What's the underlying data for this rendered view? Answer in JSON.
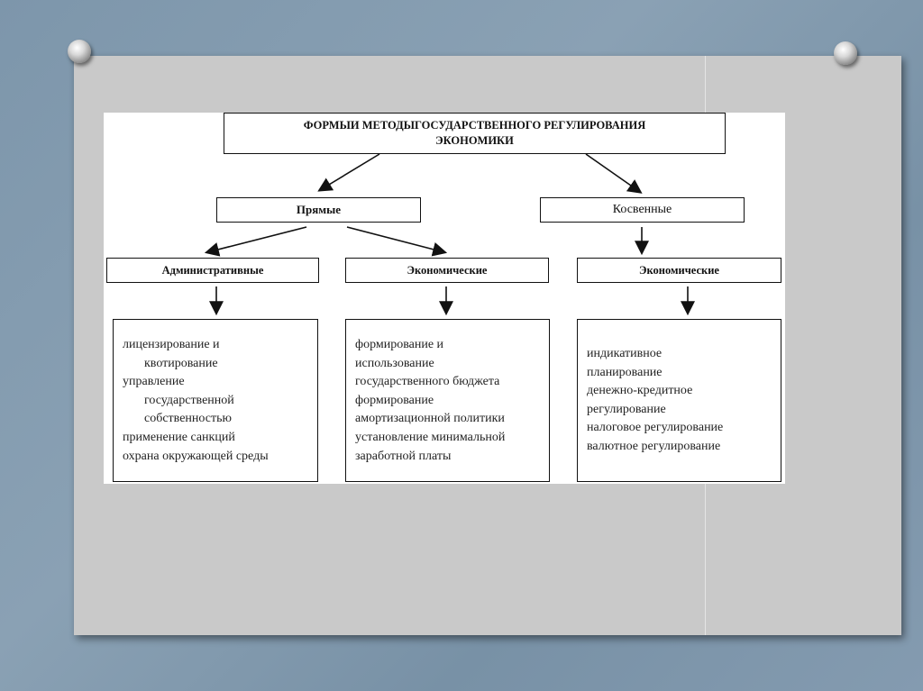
{
  "title": "ФОРМЫ И МЕТОДЫ ГОСУДАРСТВЕННОГО РЕГУЛИРОВАНИЯ ЭКОНОМИКИ",
  "title_line1": "ФОРМЫИ МЕТОДЫГОСУДАРСТВЕННОГО РЕГУЛИРОВАНИЯ",
  "title_line2": "ЭКОНОМИКИ",
  "direct": "Прямые",
  "indirect": "Косвенные",
  "admin": "Административные",
  "econ1": "Экономические",
  "econ2": "Экономические",
  "admin_list": [
    {
      "text": "лицензирование и",
      "indent": false
    },
    {
      "text": "квотирование",
      "indent": true
    },
    {
      "text": "управление",
      "indent": false
    },
    {
      "text": "государственной",
      "indent": true
    },
    {
      "text": "собственностью",
      "indent": true
    },
    {
      "text": "применение санкций",
      "indent": false
    },
    {
      "text": "охрана окружающей среды",
      "indent": false
    }
  ],
  "econ1_list": [
    "формирование и",
    "использование",
    "государственного бюджета",
    "формирование",
    "амортизационной политики",
    "установление минимальной",
    "заработной платы"
  ],
  "econ2_list": [
    "индикативное",
    "планирование",
    "денежно-кредитное",
    "регулирование",
    "налоговое регулирование",
    "валютное регулирование"
  ]
}
